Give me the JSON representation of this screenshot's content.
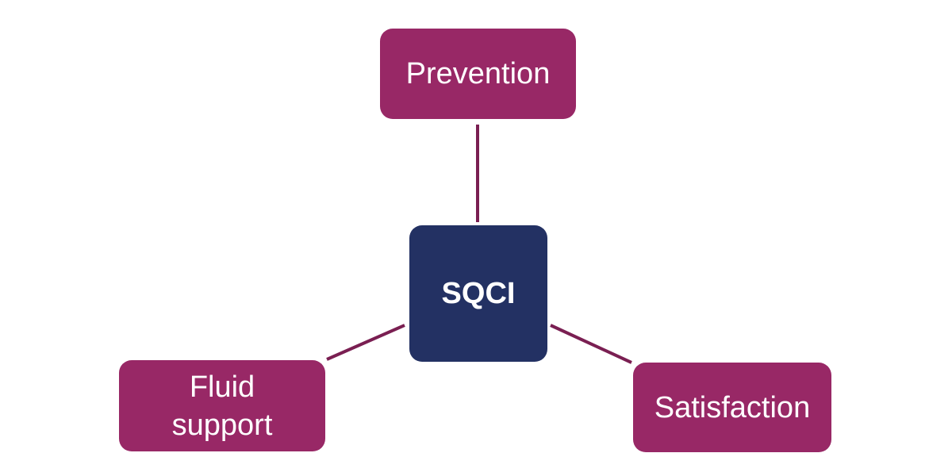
{
  "diagram": {
    "center": {
      "label": "SQCI",
      "color": "#233163"
    },
    "nodes": [
      {
        "id": "prevention",
        "label": "Prevention"
      },
      {
        "id": "fluid_support",
        "label": "Fluid\nsupport"
      },
      {
        "id": "satisfaction",
        "label": "Satisfaction"
      }
    ],
    "node_color": "#982866",
    "connector_color": "#7a1f52"
  }
}
